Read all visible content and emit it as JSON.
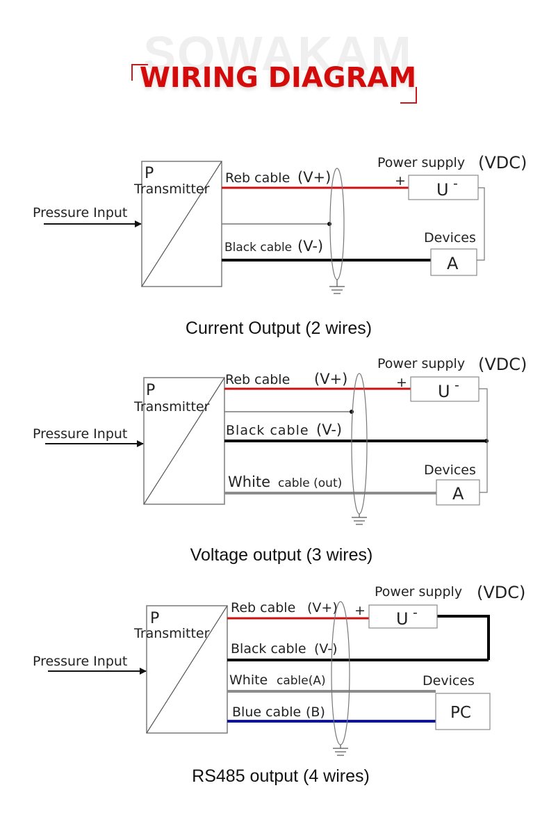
{
  "header": {
    "watermark": "SOWAKAM",
    "title": "WIRING DIAGRAM",
    "title_color": "#d40b0b"
  },
  "colors": {
    "red_wire": "#cc1111",
    "black_wire": "#000000",
    "white_wire": "#8c8c8c",
    "blue_wire": "#0a14a8",
    "thin_wire": "#777777"
  },
  "diagrams": [
    {
      "caption": "Current Output (2 wires)",
      "input_label": "Pressure Input",
      "transmitter_p": "P",
      "transmitter_label": "Transmitter",
      "power_label": "Power supply",
      "power_unit": "(VDC)",
      "plus_sign": "+",
      "power_box": "U",
      "power_minus": "-",
      "devices_label": "Devices",
      "device_box": "A",
      "wires": [
        {
          "label": "Reb cable",
          "suffix": "(V+)",
          "color": "red"
        },
        {
          "label": "Black cable",
          "suffix": "(V-)",
          "color": "black"
        }
      ]
    },
    {
      "caption": "Voltage output (3 wires)",
      "input_label": "Pressure Input",
      "transmitter_p": "P",
      "transmitter_label": "Transmitter",
      "power_label": "Power supply",
      "power_unit": "(VDC)",
      "plus_sign": "+",
      "power_box": "U",
      "power_minus": "-",
      "devices_label": "Devices",
      "device_box": "A",
      "wires": [
        {
          "label": "Reb cable",
          "suffix": "(V+)",
          "color": "red"
        },
        {
          "label": "Black cable",
          "suffix": "(V-)",
          "color": "black"
        },
        {
          "label": "White",
          "suffix": "cable (out)",
          "color": "white"
        }
      ]
    },
    {
      "caption": "RS485 output (4 wires)",
      "input_label": "Pressure Input",
      "transmitter_p": "P",
      "transmitter_label": "Transmitter",
      "power_label": "Power supply",
      "power_unit": "(VDC)",
      "plus_sign": "+",
      "power_box": "U",
      "power_minus": "-",
      "devices_label": "Devices",
      "device_box": "PC",
      "wires": [
        {
          "label": "Reb cable",
          "suffix": "(V+)",
          "color": "red"
        },
        {
          "label": "Black cable",
          "suffix": "(V-)",
          "color": "black"
        },
        {
          "label": "White",
          "suffix": "cable(A)",
          "color": "white"
        },
        {
          "label": "Blue cable",
          "suffix": "(B)",
          "color": "blue"
        }
      ]
    }
  ]
}
